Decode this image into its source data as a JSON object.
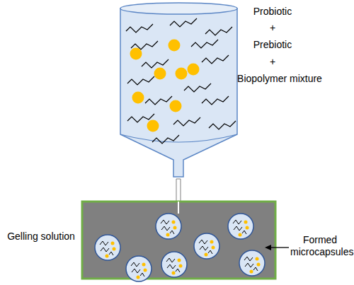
{
  "diagram": {
    "labels": [
      "Probiotic",
      "+",
      "Prebiotic",
      "+",
      "Biopolymer mixture",
      "Gelling solution",
      "Formed microcapsules"
    ]
  }
}
